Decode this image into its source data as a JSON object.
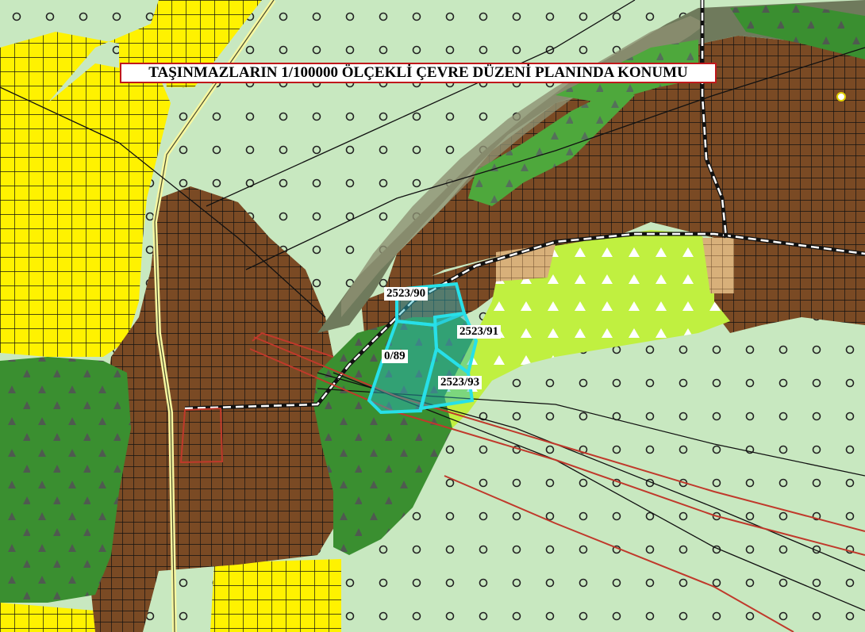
{
  "map": {
    "title": "TAŞINMAZLARIN 1/100000 ÖLÇEKLİ ÇEVRE DÜZENİ PLANINDA KONUMU",
    "parcels": [
      {
        "id": "p90",
        "label": "2523/90"
      },
      {
        "id": "p91",
        "label": "2523/91"
      },
      {
        "id": "p89",
        "label": "0/89"
      },
      {
        "id": "p93",
        "label": "2523/93"
      }
    ],
    "colors": {
      "light_green_area": "#c8e8c0",
      "agricultural_brown": "#7a4a24",
      "yellow_area": "#fff200",
      "forest_green": "#3a8f30",
      "lime_area": "#c0f040",
      "tan_area": "#d8b07a",
      "parcel_outline": "#27e0e8",
      "boundary_red": "#c0392b",
      "map_title_border": "#c0181b"
    },
    "map_symbols": [
      "circle-symbol",
      "grid-hatch",
      "tree-triangle-symbol",
      "white-triangle-symbol",
      "road-line",
      "power-line",
      "railway-line"
    ]
  }
}
